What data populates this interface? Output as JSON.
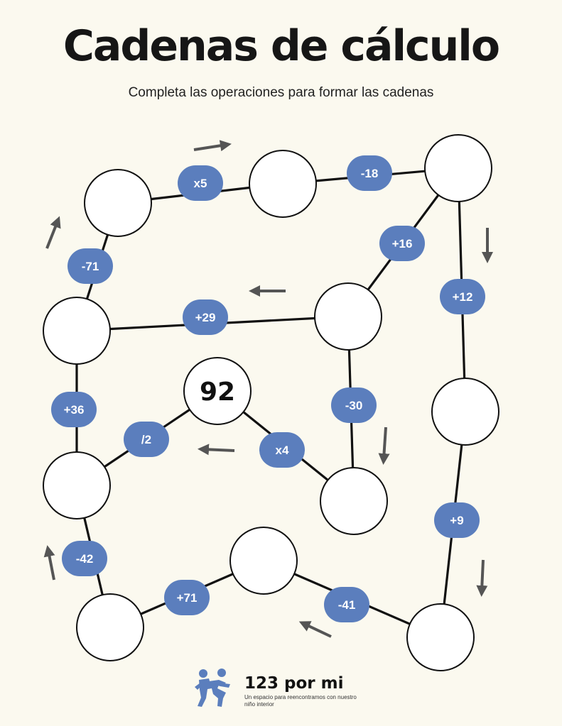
{
  "title": "Cadenas de cálculo",
  "subtitle": "Completa las operaciones para formar las cadenas",
  "colors": {
    "background": "#fbf9ef",
    "operation_badge": "#5b7ebd",
    "operation_text": "#ffffff",
    "arrow": "#555555",
    "line": "#111111",
    "circle_fill": "#ffffff"
  },
  "start_value": "92",
  "operations": [
    "x5",
    "-18",
    "+16",
    "+12",
    "-71",
    "+29",
    "-30",
    "+36",
    "/2",
    "x4",
    "-42",
    "+9",
    "+71",
    "-41"
  ],
  "brand": {
    "name": "123 por mi",
    "tagline": "Un espacio para reencontramos con nuestro niño interior",
    "logo": "children-running-logo"
  }
}
